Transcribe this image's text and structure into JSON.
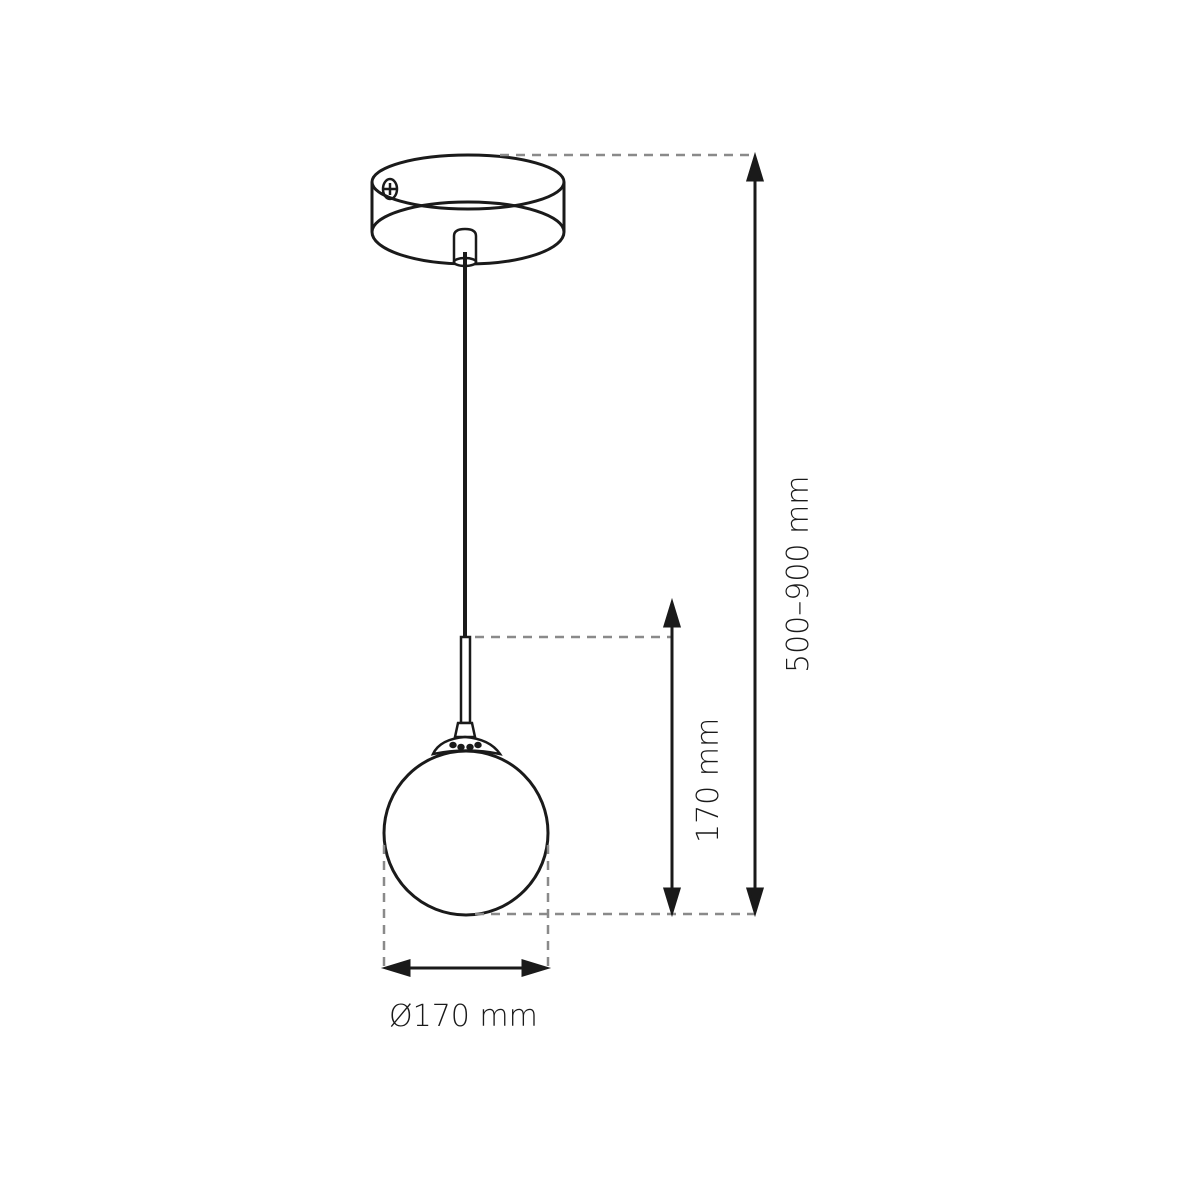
{
  "diagram": {
    "subject": "pendant lamp dimension drawing",
    "colors": {
      "line": "#1a1a1a",
      "dashed": "#8a8a8a",
      "background": "#ffffff"
    },
    "parts": [
      "ceiling-canopy",
      "screw",
      "cable",
      "cable-sleeve",
      "lamp-holder",
      "globe-shade"
    ],
    "dimensions": {
      "total_height": "500–900 mm",
      "shade_height": "170 mm",
      "shade_diameter": "Ø170 mm"
    }
  }
}
